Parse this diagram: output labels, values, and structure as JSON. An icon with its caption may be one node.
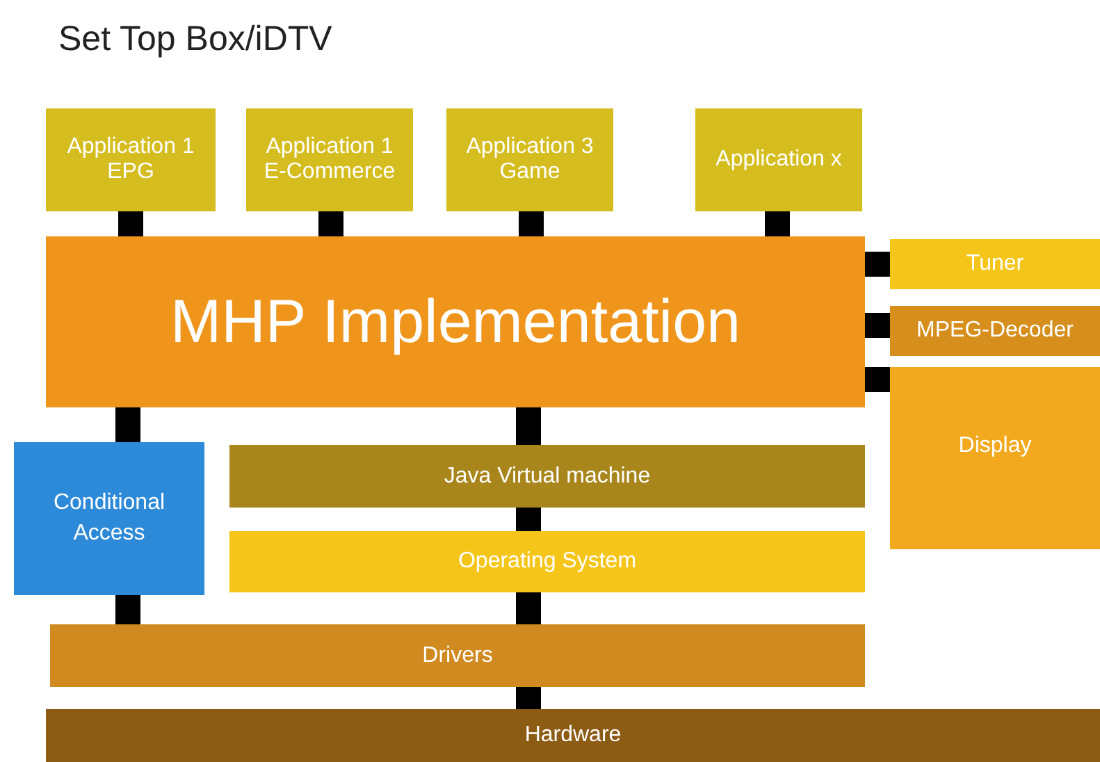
{
  "diagram": {
    "title": "Set Top Box/iDTV",
    "nodes": [
      {
        "text": [
          "Application 1 EPG"
        ]
      },
      {
        "text": [
          "Application 1 E-Commerce"
        ]
      },
      {
        "text": [
          "Application 3 Game"
        ]
      },
      {
        "text": [
          "Application x"
        ]
      },
      {
        "text": [
          "MHP Implementation"
        ]
      },
      {
        "text": [
          "Tuner"
        ]
      },
      {
        "text": [
          "MPEG-Decoder"
        ]
      },
      {
        "text": [
          "Display"
        ]
      },
      {
        "text": [
          "Conditional Access"
        ]
      },
      {
        "text": [
          "Java Virtual machine"
        ]
      },
      {
        "text": [
          "Operating System"
        ]
      },
      {
        "text": [
          "Drivers"
        ]
      },
      {
        "text": [
          "Hardware"
        ]
      }
    ],
    "edges": [
      {
        "from": 0,
        "to": 4,
        "arrow": "none"
      },
      {
        "from": 1,
        "to": 4,
        "arrow": "none"
      },
      {
        "from": 2,
        "to": 4,
        "arrow": "none"
      },
      {
        "from": 3,
        "to": 4,
        "arrow": "none"
      },
      {
        "from": 4,
        "to": 5,
        "arrow": "none"
      },
      {
        "from": 4,
        "to": 6,
        "arrow": "none"
      },
      {
        "from": 4,
        "to": 7,
        "arrow": "none"
      },
      {
        "from": 4,
        "to": 8,
        "arrow": "none"
      },
      {
        "from": 4,
        "to": 9,
        "arrow": "none"
      },
      {
        "from": 9,
        "to": 10,
        "arrow": "none"
      },
      {
        "from": 8,
        "to": 11,
        "arrow": "none"
      },
      {
        "from": 10,
        "to": 11,
        "arrow": "none"
      },
      {
        "from": 11,
        "to": 12,
        "arrow": "none"
      }
    ]
  }
}
